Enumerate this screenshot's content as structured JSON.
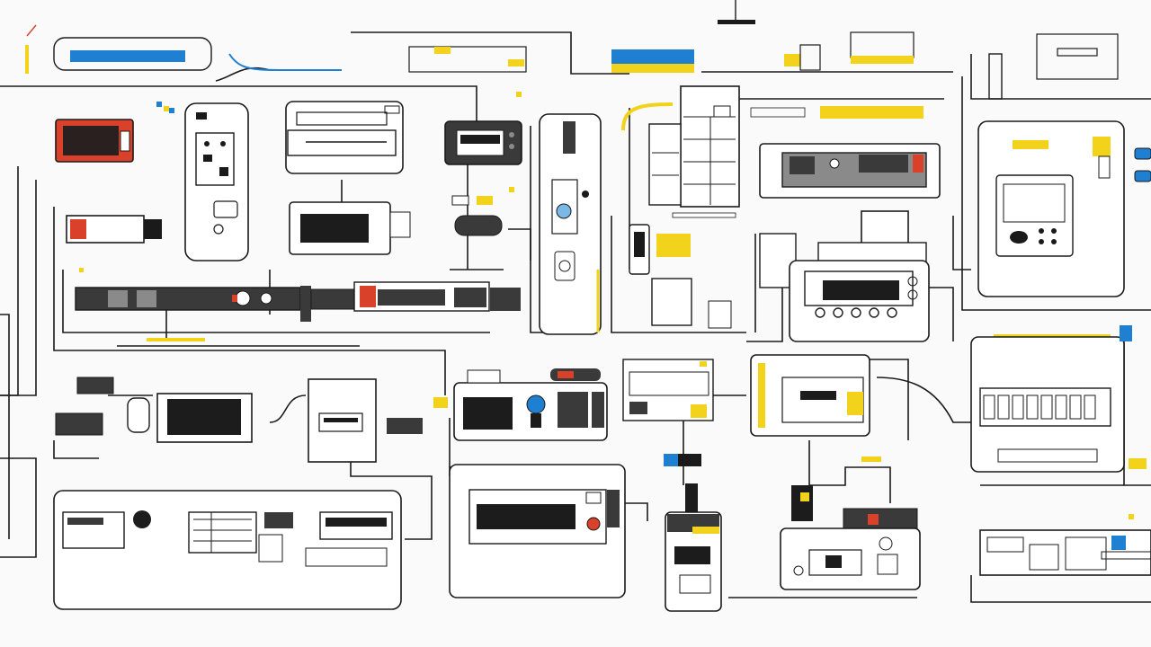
{
  "colors": {
    "background": "#fafafa",
    "line": "#1a1a1a",
    "device_fill": "#ffffff",
    "screen": "#1c1c1c",
    "accent_yellow": "#f2d21b",
    "accent_blue": "#1f7fd0",
    "accent_red": "#d9412b",
    "dark_grey": "#3a3a3a",
    "mid_grey": "#8a8a8a"
  },
  "components": [
    {
      "id": "monitor-red",
      "icon": "display-icon"
    },
    {
      "id": "handheld-controller",
      "icon": "remote-control-icon"
    },
    {
      "id": "printer-top",
      "icon": "printer-icon"
    },
    {
      "id": "terminal-screen",
      "icon": "terminal-icon"
    },
    {
      "id": "tower-unit",
      "icon": "tower-icon"
    },
    {
      "id": "rack-cabinet",
      "icon": "server-rack-icon"
    },
    {
      "id": "control-panel",
      "icon": "control-panel-icon"
    },
    {
      "id": "large-console",
      "icon": "console-icon"
    },
    {
      "id": "camera-module",
      "icon": "camera-icon"
    },
    {
      "id": "display-box",
      "icon": "display-icon"
    },
    {
      "id": "cable-bus",
      "icon": "cable-icon"
    },
    {
      "id": "instrument-station",
      "icon": "instrument-icon"
    },
    {
      "id": "side-panel-rack",
      "icon": "panel-icon"
    },
    {
      "id": "small-display",
      "icon": "display-icon"
    },
    {
      "id": "document-unit",
      "icon": "document-icon"
    },
    {
      "id": "dashboard-unit",
      "icon": "dashboard-icon"
    },
    {
      "id": "form-panel",
      "icon": "form-icon"
    },
    {
      "id": "info-panel",
      "icon": "info-panel-icon"
    },
    {
      "id": "switch-bank",
      "icon": "switch-bank-icon"
    },
    {
      "id": "workstation-strip",
      "icon": "workstation-icon"
    },
    {
      "id": "wide-display",
      "icon": "display-icon"
    },
    {
      "id": "handheld-scanner",
      "icon": "scanner-icon"
    },
    {
      "id": "printer-bottom",
      "icon": "printer-icon"
    },
    {
      "id": "bottom-panel",
      "icon": "panel-icon"
    }
  ]
}
